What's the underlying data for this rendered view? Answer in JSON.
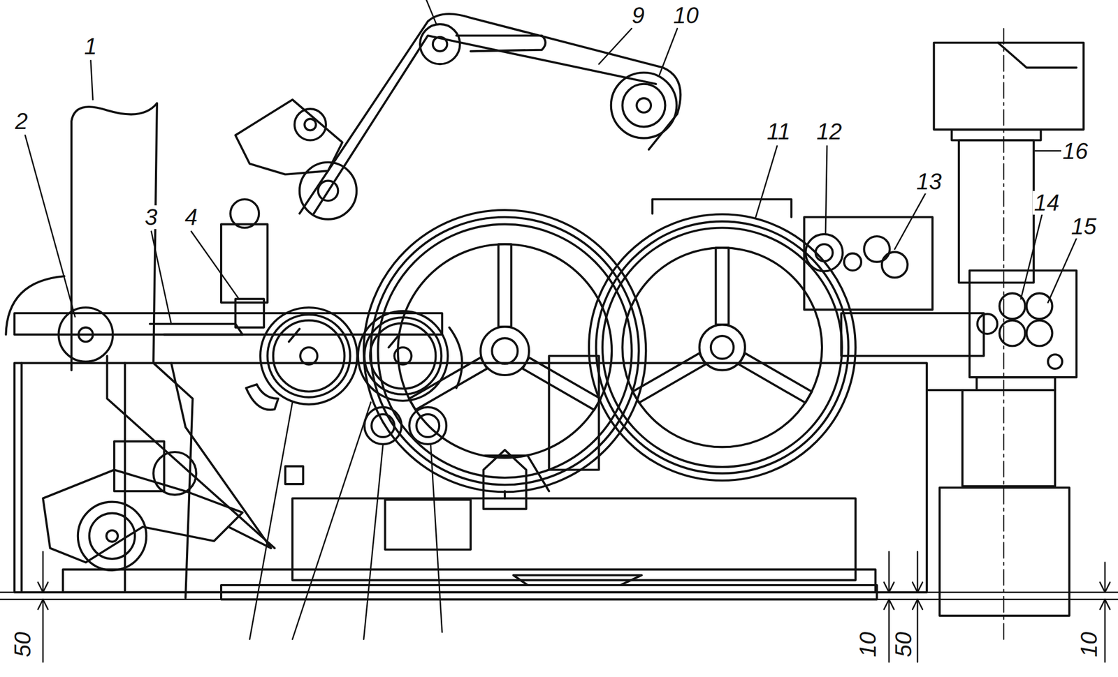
{
  "diagram": {
    "labels": [
      "9",
      "10",
      "1",
      "2",
      "11",
      "12",
      "3",
      "4",
      "16",
      "13",
      "14",
      "15",
      "50",
      "10",
      "50",
      "10"
    ]
  }
}
